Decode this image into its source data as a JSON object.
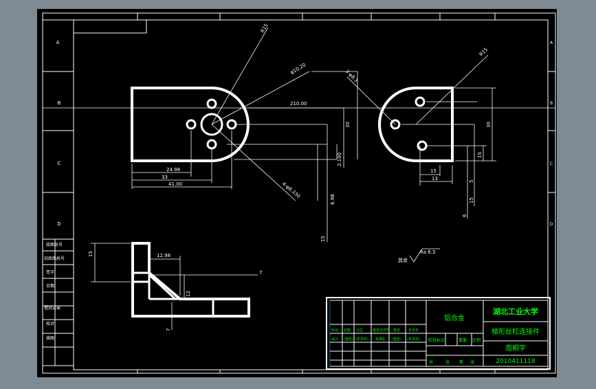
{
  "colors": {
    "background": "#808a93",
    "sheet": "#000000",
    "line": "#ffffff",
    "dim": "#ffffff",
    "title_text": "#00ff00",
    "title_border": "#ffffff"
  },
  "border_zone_labels": {
    "left": [
      "A",
      "B",
      "C",
      "D"
    ],
    "right": [
      "A",
      "B",
      "C",
      "D"
    ]
  },
  "left_margin_labels": [
    "底图总号",
    "旧底图总号",
    "签字",
    "日期",
    "借用记录",
    "校对",
    "描图"
  ],
  "dimensions": {
    "r15_top": "R15",
    "hole_dia_top": "φ10.20",
    "hole_dia_right": "3-φ8.3",
    "d210": "210.00",
    "d30": "30",
    "d2100": "2.100",
    "d2498": "24.98",
    "d33": "33",
    "d4100": "41.00",
    "holes_label": "4-φ8.330",
    "d698": "6.98",
    "d15_left": "15",
    "r15_right": "R15",
    "d30_right": "30",
    "d15_right_a": "15",
    "d13": "13",
    "d15_right_b": "15",
    "d15_right_c": "15",
    "d5": "5",
    "d6": "6",
    "d15_side": "15",
    "d1298": "12.98",
    "d7_right": "7",
    "d12": "12",
    "d7_bottom": "7"
  },
  "surface_finish": {
    "prefix": "其余",
    "value": "Ra 6.3"
  },
  "title_block": {
    "university": "湖北工业大学",
    "material": "铝合金",
    "part_name": "梯形丝杠连接件",
    "designer": "周桐宇",
    "drawing_no": "2010411118",
    "header_row1": [
      "标记",
      "处数",
      "分区",
      "更改文件号",
      "签名",
      "年月日"
    ],
    "header_row2": [
      "设计",
      "(签名)",
      "(年月日)",
      "标准化",
      "(签名)",
      "(年月日)"
    ],
    "stage_labels": [
      "阶段标记",
      "重量",
      "比例"
    ],
    "sheet_label": [
      "共",
      "张",
      "第",
      "张"
    ]
  }
}
